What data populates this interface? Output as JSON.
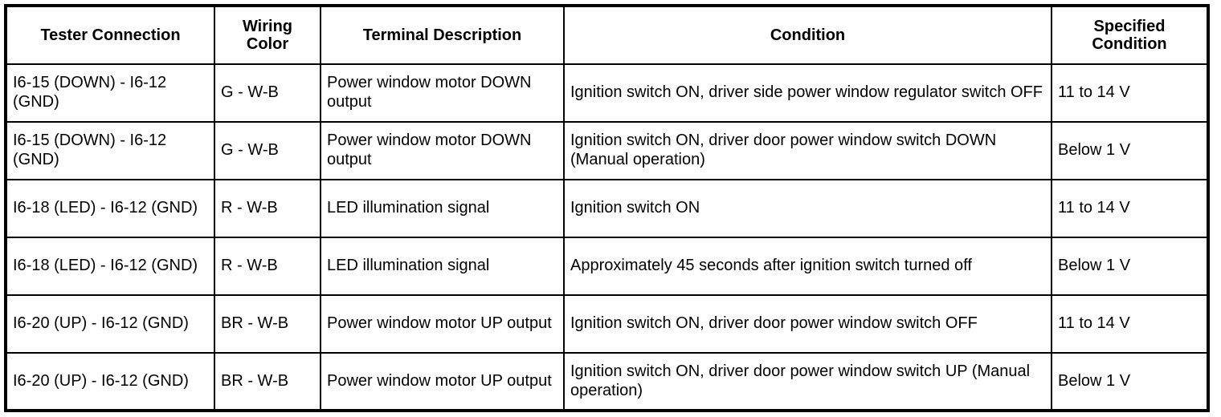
{
  "document": {
    "type": "automotive-service-manual-inspection-table",
    "title_visible": false
  },
  "table": {
    "columns": [
      {
        "key": "tester_connection",
        "label": "Tester Connection"
      },
      {
        "key": "wiring_color",
        "label": "Wiring\nColor"
      },
      {
        "key": "wiring_color_line1",
        "label": "Wiring"
      },
      {
        "key": "wiring_color_line2",
        "label": "Color"
      },
      {
        "key": "terminal_description",
        "label": "Terminal Description"
      },
      {
        "key": "condition",
        "label": "Condition"
      },
      {
        "key": "specified_condition_line1",
        "label": "Specified"
      },
      {
        "key": "specified_condition_line2",
        "label": "Condition"
      }
    ],
    "headers": {
      "tester_connection": "Tester Connection",
      "wiring_color_line1": "Wiring",
      "wiring_color_line2": "Color",
      "terminal_description": "Terminal Description",
      "condition": "Condition",
      "specified_condition_line1": "Specified",
      "specified_condition_line2": "Condition"
    },
    "rows": [
      {
        "tester_connection": "I6-15 (DOWN) - I6-12 (GND)",
        "wiring_color": "G - W-B",
        "terminal_description": "Power window motor DOWN output",
        "condition": "Ignition switch ON, driver side power window regulator switch OFF",
        "specified_condition": "11 to 14 V"
      },
      {
        "tester_connection": "I6-15 (DOWN) - I6-12 (GND)",
        "wiring_color": "G - W-B",
        "terminal_description": "Power window motor DOWN output",
        "condition": "Ignition switch ON, driver door power window switch DOWN (Manual operation)",
        "specified_condition": "Below 1 V"
      },
      {
        "tester_connection": "I6-18 (LED) - I6-12 (GND)",
        "wiring_color": "R - W-B",
        "terminal_description": "LED illumination signal",
        "condition": "Ignition switch ON",
        "specified_condition": "11 to 14 V"
      },
      {
        "tester_connection": "I6-18 (LED) - I6-12 (GND)",
        "wiring_color": "R - W-B",
        "terminal_description": "LED illumination signal",
        "condition": "Approximately 45 seconds after ignition switch turned off",
        "specified_condition": "Below 1 V"
      },
      {
        "tester_connection": "I6-20 (UP) - I6-12 (GND)",
        "wiring_color": "BR - W-B",
        "terminal_description": "Power window motor UP output",
        "condition": "Ignition switch ON, driver door power window switch OFF",
        "specified_condition": "11 to 14 V"
      },
      {
        "tester_connection": "I6-20 (UP) - I6-12 (GND)",
        "wiring_color": "BR - W-B",
        "terminal_description": "Power window motor UP output",
        "condition": "Ignition switch ON, driver door power window switch UP (Manual operation)",
        "specified_condition": "Below 1 V"
      }
    ]
  },
  "colors": {
    "background": "#ffffff",
    "text": "#000000",
    "border": "#000000"
  }
}
